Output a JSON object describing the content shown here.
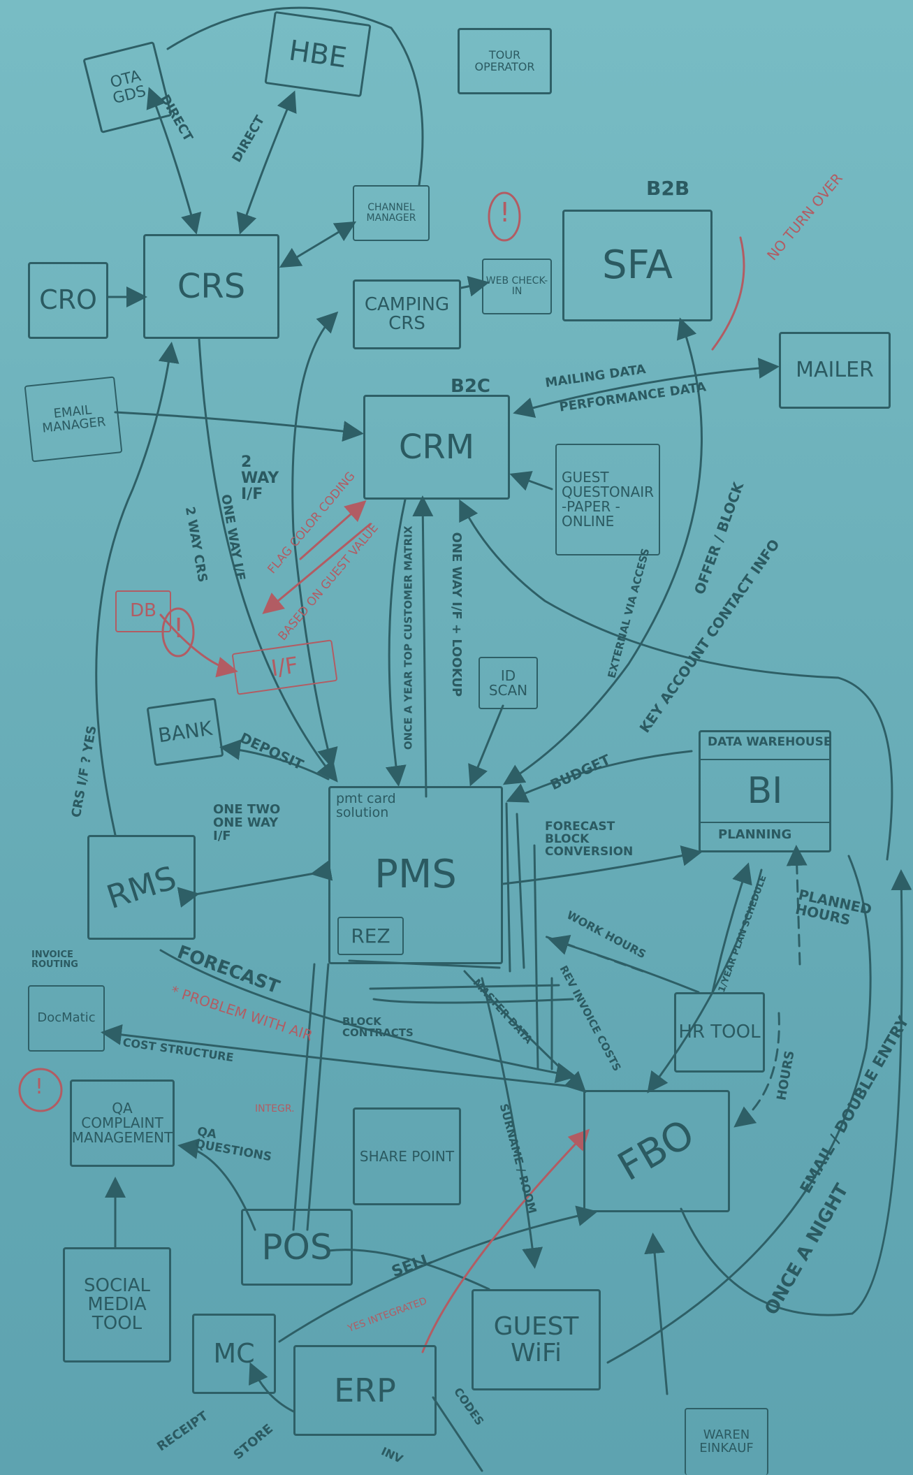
{
  "colors": {
    "background": "#6fb3bd",
    "ink": "#2e5f66",
    "red_ink": "#b25c63"
  },
  "boxes": {
    "ota_gds": "OTA GDS",
    "hbe": "HBE",
    "tour_operator": "TOUR OPERATOR",
    "crs": "CRS",
    "cro": "CRO",
    "channel_manager": "CHANNEL MANAGER",
    "web_check_in": "WEB CHECK-IN",
    "camping_crs": "CAMPING CRS",
    "sfa": "SFA",
    "b2b": "B2B",
    "no_turn_over": "NO TURN OVER",
    "mailer": "MAILER",
    "email_manager": "EMAIL MANAGER",
    "crm": "CRM",
    "b2c": "B2C",
    "guest_questionnaire": "GUEST QUESTONAIR -PAPER -ONLINE",
    "db": "DB",
    "interface": "I/F",
    "bank": "BANK",
    "id_scan": "ID SCAN",
    "pmt_card_solution": "pmt card solution",
    "pms": "PMS",
    "rez": "REZ",
    "data_warehouse": "DATA WAREHOUSE",
    "bi": "BI",
    "planning": "PLANNING",
    "rms": "RMS",
    "invoice_routing": "INVOICE ROUTING",
    "docmatic": "DocMatic",
    "hr_tool": "HR TOOL",
    "qa_complaint_management": "QA COMPLAINT MANAGEMENT",
    "sharepoint": "SHARE POINT",
    "fbo": "FBO",
    "pos": "POS",
    "social_media_tool": "SOCIAL MEDIA TOOL",
    "mc": "MC",
    "erp": "ERP",
    "guest_wifi": "GUEST WiFi",
    "waren_einkauf": "WAREN EINKAUF"
  },
  "labels": {
    "direct_1": "DIRECT",
    "direct_2": "DIRECT",
    "mailing_data": "MAILING DATA",
    "performance_data": "PERFORMANCE DATA",
    "two_way_if": "2 WAY I/F",
    "one_way_if_crs": "ONE WAY I/F",
    "two_way_crs": "2 WAY CRS",
    "flag_color_coding": "FLAG COLOR CODING",
    "based_on_guest_value": "BASED ON GUEST VALUE",
    "once_a_year_top_customer": "ONCE A YEAR TOP CUSTOMER MATRIX",
    "one_way_if_lookup": "ONE WAY I/F + LOOKUP",
    "extend_via_access": "EXTERNAL VIA ACCESS",
    "offer_block": "OFFER / BLOCK",
    "key_account_contact_info": "KEY ACCOUNT CONTACT INFO",
    "budget": "BUDGET",
    "deposit": "DEPOSIT",
    "crs_if_yes": "CRS I/F ? YES",
    "one_two_one_way_if": "ONE TWO ONE WAY I/F",
    "forecast_block_conversion": "FORECAST BLOCK CONVERSION",
    "forecast": "FORECAST",
    "problem_with_air": "* PROBLEM WITH AIR",
    "cost_structure": "COST STRUCTURE",
    "block_contracts": "BLOCK CONTRACTS",
    "work_hours": "WORK HOURS",
    "rev_invoice_costs": "REV INVOICE COSTS",
    "master_data": "MASTER DATA",
    "surname_room": "SURNAME / ROOM",
    "one_year_plan_schedule": "1/YEAR PLAN SCHEDULE",
    "planned_hours": "PLANNED HOURS",
    "hours": "HOURS",
    "email_double_entry": "EMAIL / DOUBLE ENTRY",
    "once_a_night": "ONCE A NIGHT",
    "qa_questions": "QA QUESTIONS",
    "integr": "INTEGR.",
    "sell": "SELL",
    "yes_integrated": "YES INTEGRATED",
    "codes": "CODES",
    "receipt": "RECEIPT",
    "store": "STORE",
    "inv": "INV",
    "exclaim_1": "!",
    "exclaim_2": "!",
    "exclaim_3": "!"
  }
}
